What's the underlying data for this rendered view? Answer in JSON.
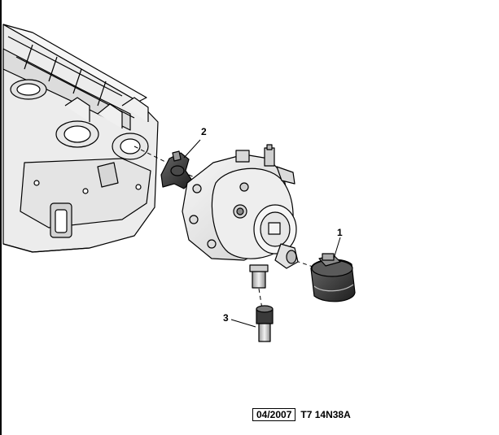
{
  "callouts": {
    "c1": "1",
    "c2": "2",
    "c3": "3"
  },
  "footer": {
    "date": "04/2007",
    "reference": "T7 14N38A"
  },
  "colors": {
    "line": "#000000",
    "body_light": "#f2f2f2",
    "body_mid": "#d9d9d9",
    "part_dark": "#3a3a3a"
  }
}
